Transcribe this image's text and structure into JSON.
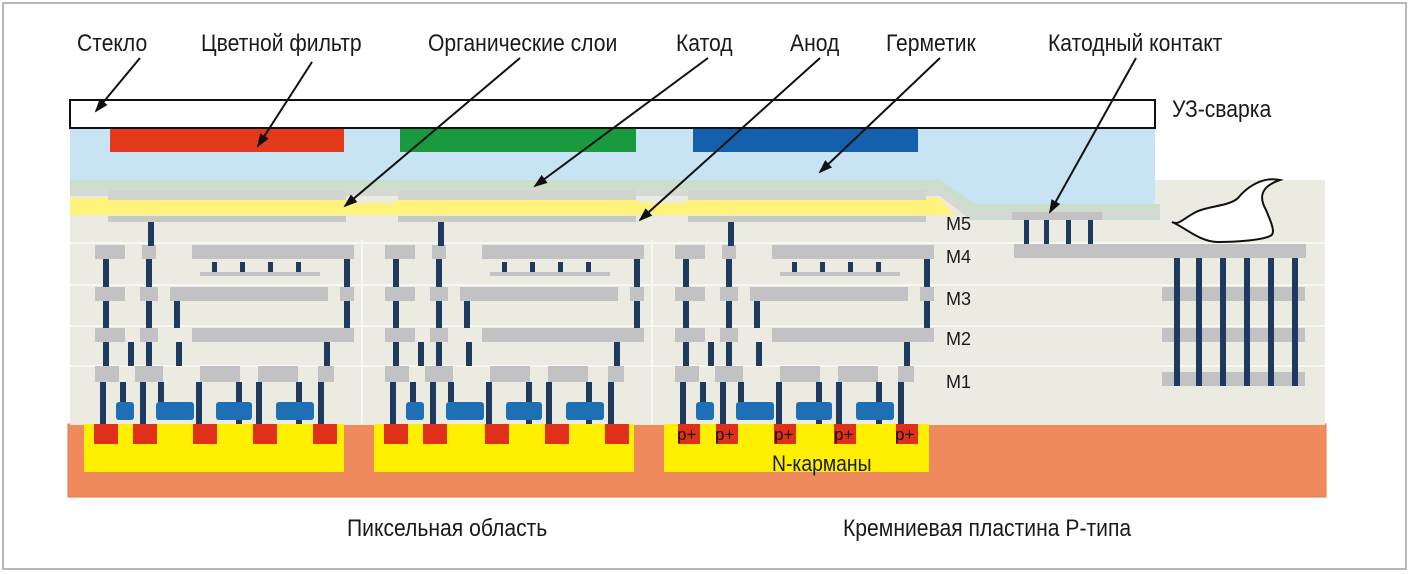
{
  "labels": {
    "glass": "Стекло",
    "color_filter": "Цветной фильтр",
    "organic_layers": "Органические слои",
    "cathode": "Катод",
    "anode": "Анод",
    "sealant": "Герметик",
    "cathode_contact": "Катодный контакт",
    "ultrasonic_weld": "УЗ-сварка",
    "n_wells": "N-карманы",
    "pixel_area": "Пиксельная область",
    "p_type_wafer": "Кремниевая пластина Р-типа"
  },
  "metal_layers": [
    "M5",
    "M4",
    "M3",
    "M2",
    "M1"
  ],
  "p_plus": [
    "p+",
    "p+",
    "p+",
    "p+",
    "p+"
  ],
  "colors": {
    "red_filter": "#e23a1b",
    "green_filter": "#1a9a3e",
    "blue_filter": "#1560ac",
    "glass_fill": "#c7e3f4",
    "substrate": "#ef8a5c",
    "n_well": "#fff000",
    "organic": "#fff27a",
    "dielectric": "#ebebe1",
    "metal": "#c2c2c4",
    "via": "#1e3a5e",
    "p_plus": "#e0301a",
    "gate": "#1f6fb5"
  }
}
